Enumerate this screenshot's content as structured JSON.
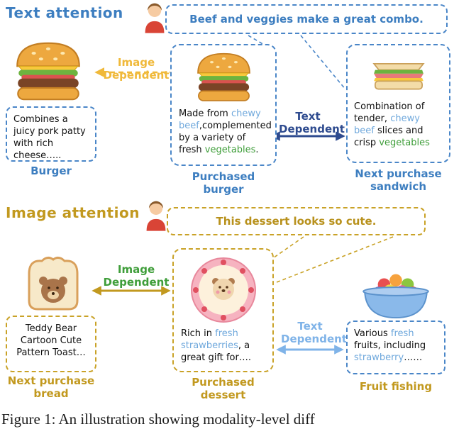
{
  "colors": {
    "blue": "#3d7ec0",
    "navy": "#2e4b8f",
    "light_blue": "#7fb3e8",
    "yellow": "#f0b93a",
    "gold": "#c2991f",
    "green": "#3f9e3a",
    "highlight_blue": "#6fa8dc",
    "highlight_green": "#3f9e3a"
  },
  "caption": "Figure 1: An illustration showing modality-level diff",
  "text_attention": {
    "title": "Text attention",
    "speech": "Beef and veggies make a great combo.",
    "image_dependent_l1": "Image",
    "image_dependent_l2": "Dependent",
    "text_dependent_l1": "Text",
    "text_dependent_l2": "Dependent",
    "burger": {
      "desc": "Combines a juicy pork patty with rich cheese…..",
      "label": "Burger"
    },
    "purchased_burger": {
      "p1": "Made from ",
      "h1": "chewy beef",
      "p2": ",complemented by a variety of fresh ",
      "h2": "vegetables",
      "p3": ".",
      "label": "Purchased burger"
    },
    "next_sandwich": {
      "p1": "Combination of tender, ",
      "h1": "chewy beef",
      "p2": " slices and crisp ",
      "h2": "vegetables",
      "p3": "",
      "label": "Next purchase sandwich"
    }
  },
  "image_attention": {
    "title": "Image attention",
    "speech": "This dessert looks so cute.",
    "image_dependent_l1": "Image",
    "image_dependent_l2": "Dependent",
    "text_dependent_l1": "Text",
    "text_dependent_l2": "Dependent",
    "bread": {
      "desc": "Teddy Bear Cartoon Cute Pattern Toast…",
      "label": "Next purchase bread"
    },
    "purchased_dessert": {
      "p1": "Rich in ",
      "h1": "fresh strawberries",
      "p2": ", a great gift for….",
      "label": "Purchased dessert"
    },
    "fruit": {
      "p1": "Various ",
      "h1": "fresh",
      "p2": " fruits, including ",
      "h2": "strawberry",
      "p3": "……",
      "label": "Fruit fishing"
    }
  }
}
